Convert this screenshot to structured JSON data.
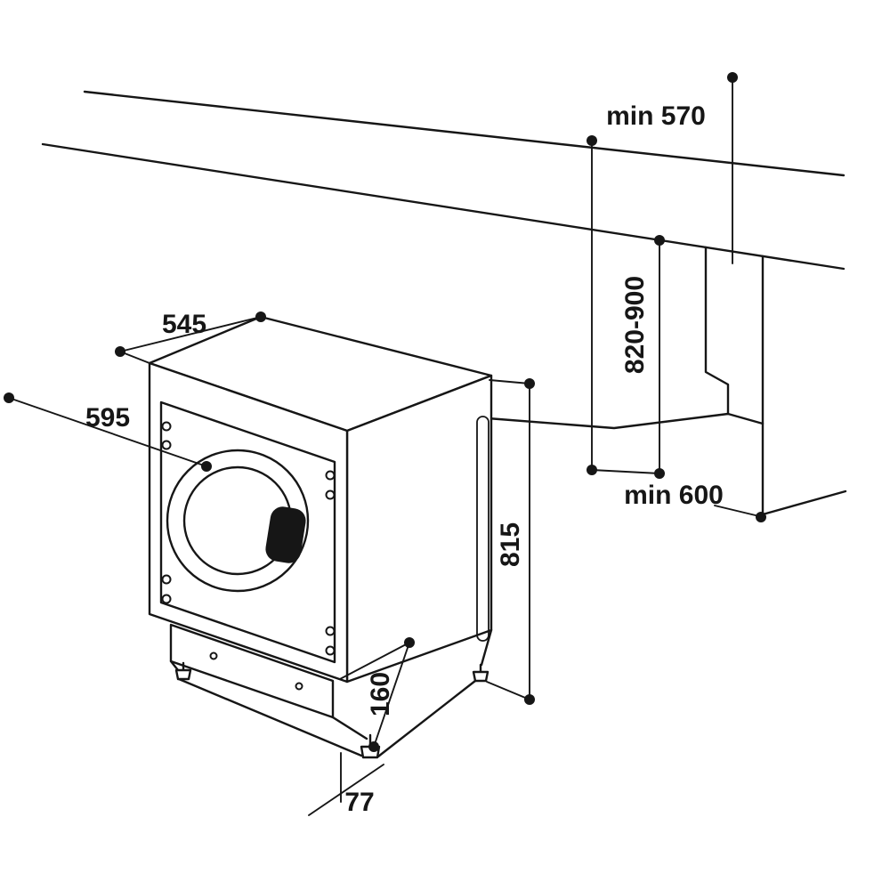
{
  "canvas": {
    "background": "#ffffff",
    "ink": "#161616"
  },
  "diagram": {
    "labels": {
      "top_depth": "545",
      "front_width": "595",
      "body_height": "815",
      "plinth_height": "160",
      "foot_height": "77",
      "min_depth": "min 570",
      "niche_height": "820-900",
      "min_width": "min 600"
    }
  }
}
